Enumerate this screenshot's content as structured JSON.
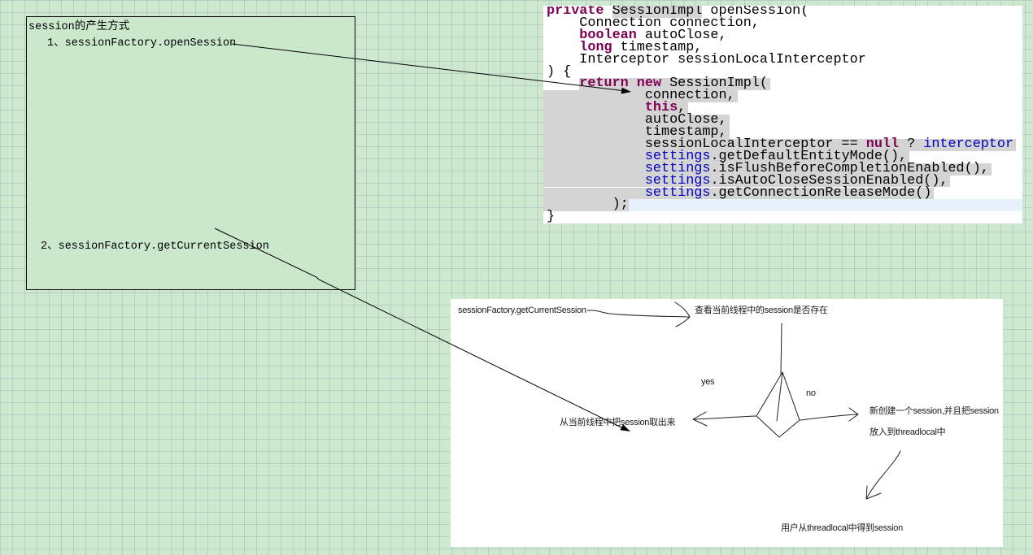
{
  "colors": {
    "canvas": "#cde8cf",
    "note_fill": "#cbe8cc",
    "keyword": "#7f0055",
    "field": "#0000c0",
    "selection": "#d4d4d4",
    "current_line": "#e8f2fe"
  },
  "notes_box": {
    "title": "session的产生方式",
    "item1": "1、sessionFactory.openSession",
    "item2": "2、sessionFactory.getCurrentSession"
  },
  "code": {
    "lines": [
      {
        "leading_spaces": 0,
        "tokens": [
          {
            "text": "private ",
            "color": "#7f0055",
            "bold": true
          },
          {
            "text": "SessionImpl",
            "marked": true
          },
          {
            "text": " openSession("
          }
        ]
      },
      {
        "leading_spaces": 4,
        "tokens": [
          {
            "text": "Connection connection,"
          }
        ]
      },
      {
        "leading_spaces": 4,
        "tokens": [
          {
            "text": "boolean",
            "color": "#7f0055",
            "bold": true
          },
          {
            "text": " autoClose,"
          }
        ]
      },
      {
        "leading_spaces": 4,
        "tokens": [
          {
            "text": "long",
            "color": "#7f0055",
            "bold": true
          },
          {
            "text": " timestamp,"
          }
        ]
      },
      {
        "leading_spaces": 4,
        "tokens": [
          {
            "text": "Interceptor sessionLocalInterceptor"
          }
        ]
      },
      {
        "leading_spaces": 0,
        "tokens": [
          {
            "text": ") {"
          }
        ]
      },
      {
        "leading_spaces": 4,
        "eol_selected": true,
        "tokens": [
          {
            "text": "return ",
            "color": "#7f0055",
            "bold": true,
            "selected": true
          },
          {
            "text": "new",
            "color": "#7f0055",
            "bold": true,
            "selected": true
          },
          {
            "text": " SessionImpl(",
            "selected": true
          }
        ]
      },
      {
        "leading_spaces": 12,
        "indent_selected": true,
        "eol_selected": true,
        "tokens": [
          {
            "text": "connection,",
            "selected": true
          }
        ]
      },
      {
        "leading_spaces": 12,
        "indent_selected": true,
        "eol_selected": true,
        "tokens": [
          {
            "text": "this",
            "color": "#7f0055",
            "bold": true,
            "selected": true
          },
          {
            "text": ",",
            "selected": true
          }
        ]
      },
      {
        "leading_spaces": 12,
        "indent_selected": true,
        "eol_selected": true,
        "tokens": [
          {
            "text": "autoClose,",
            "selected": true
          }
        ]
      },
      {
        "leading_spaces": 12,
        "indent_selected": true,
        "eol_selected": true,
        "tokens": [
          {
            "text": "timestamp,",
            "selected": true
          }
        ]
      },
      {
        "leading_spaces": 12,
        "indent_selected": true,
        "eol_selected": true,
        "tokens": [
          {
            "text": "sessionLocalInterceptor == ",
            "selected": true
          },
          {
            "text": "null",
            "color": "#7f0055",
            "bold": true,
            "selected": true
          },
          {
            "text": " ? ",
            "selected": true
          },
          {
            "text": "interceptor",
            "color": "#0000c0",
            "selected": true
          }
        ]
      },
      {
        "leading_spaces": 12,
        "indent_selected": true,
        "eol_selected": true,
        "tokens": [
          {
            "text": "settings",
            "color": "#0000c0",
            "selected": true
          },
          {
            "text": ".getDefaultEntityMode(),",
            "selected": true
          }
        ]
      },
      {
        "leading_spaces": 12,
        "indent_selected": true,
        "eol_selected": true,
        "tokens": [
          {
            "text": "settings",
            "color": "#0000c0",
            "selected": true
          },
          {
            "text": ".isFlushBeforeCompletionEnabled(),",
            "selected": true
          }
        ]
      },
      {
        "leading_spaces": 12,
        "indent_selected": true,
        "eol_selected": true,
        "tokens": [
          {
            "text": "settings",
            "color": "#0000c0",
            "selected": true
          },
          {
            "text": ".isAutoCloseSessionEnabled(),",
            "selected": true
          }
        ]
      },
      {
        "leading_spaces": 12,
        "indent_selected": true,
        "eol_selected": true,
        "tokens": [
          {
            "text": "settings",
            "color": "#0000c0",
            "selected": true
          },
          {
            "text": ".getConnectionReleaseMode()",
            "selected": true
          }
        ]
      },
      {
        "leading_spaces": 8,
        "indent_selected": true,
        "current": true,
        "tokens": [
          {
            "text": ");",
            "selected": true
          }
        ]
      },
      {
        "leading_spaces": 0,
        "tokens": [
          {
            "text": "}"
          }
        ]
      }
    ]
  },
  "flowchart": {
    "start": "sessionFactory.getCurrentSession",
    "check": "查看当前线程中的session是否存在",
    "yes_label": "yes",
    "no_label": "no",
    "yes_result": "从当前线程中把session取出来",
    "no_result": [
      "新创建一个session,并且把session",
      "放入到threadlocal中"
    ],
    "final": "用户从threadlocal中得到session"
  }
}
